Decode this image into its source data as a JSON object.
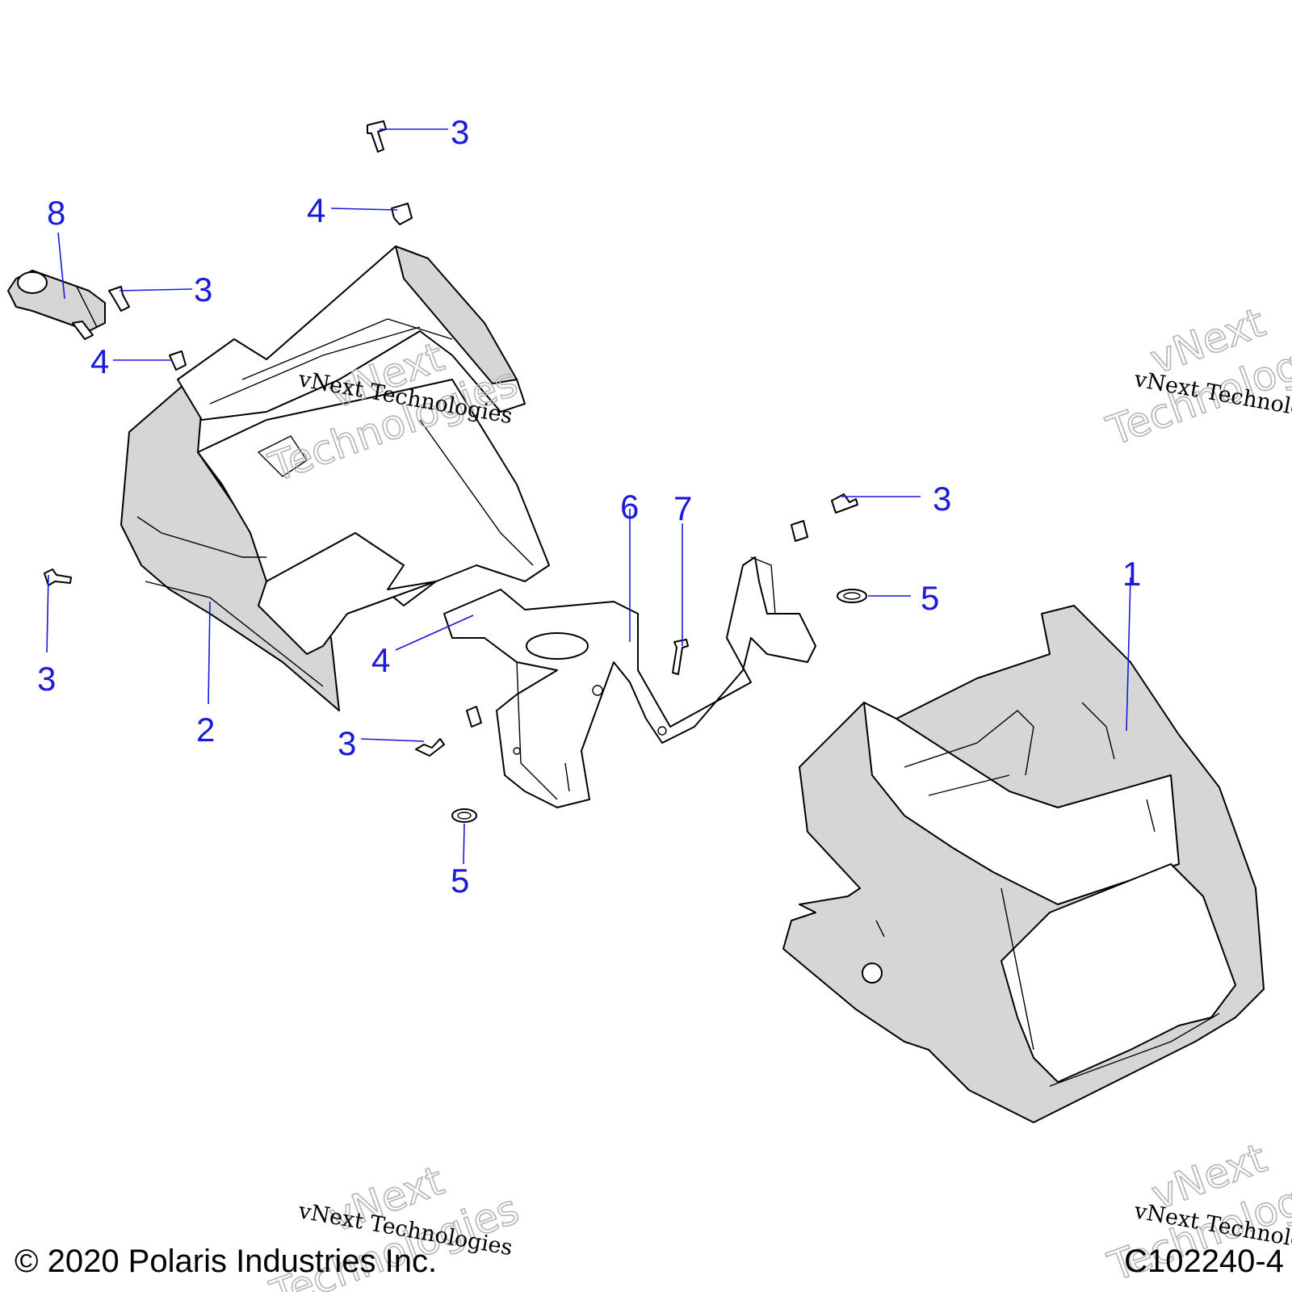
{
  "callouts": {
    "c3_top": "3",
    "c4_top": "4",
    "c8": "8",
    "c3_left_upper": "3",
    "c4_left": "4",
    "c6": "6",
    "c7": "7",
    "c3_right": "3",
    "c1": "1",
    "c5_right": "5",
    "c4_mid": "4",
    "c3_left_lower": "3",
    "c2": "2",
    "c3_mid": "3",
    "c5_bottom": "5"
  },
  "watermark": {
    "line1": "vNext",
    "line2": "Technologies",
    "small": "vNext Technologies"
  },
  "footer": {
    "copyright": "© 2020 Polaris Industries Inc.",
    "code": "C102240-4"
  },
  "colors": {
    "callout": "#1a1adc",
    "shade": "#d6d6d6"
  }
}
